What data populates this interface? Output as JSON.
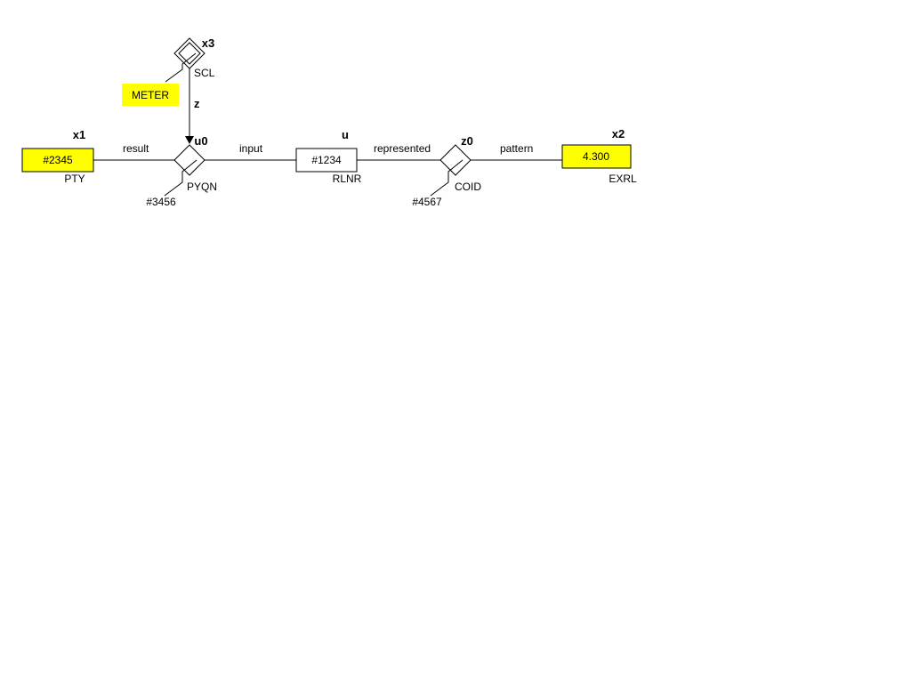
{
  "colors": {
    "highlight": "#ffff00",
    "stroke": "#000000",
    "background": "#ffffff"
  },
  "nodes": {
    "x1": {
      "var": "x1",
      "value": "#2345",
      "type": "PTY"
    },
    "u": {
      "var": "u",
      "value": "#1234",
      "type": "RLNR"
    },
    "x2": {
      "var": "x2",
      "value": "4.300",
      "type": "EXRL"
    },
    "x3": {
      "var": "x3",
      "type": "SCL",
      "tag": "METER"
    }
  },
  "relations": {
    "u0": {
      "var": "u0",
      "type": "PYQN",
      "id": "#3456"
    },
    "z0": {
      "var": "z0",
      "type": "COID",
      "id": "#4567"
    }
  },
  "edges": {
    "result": "result",
    "input": "input",
    "represented": "represented",
    "pattern": "pattern",
    "z": "z"
  }
}
